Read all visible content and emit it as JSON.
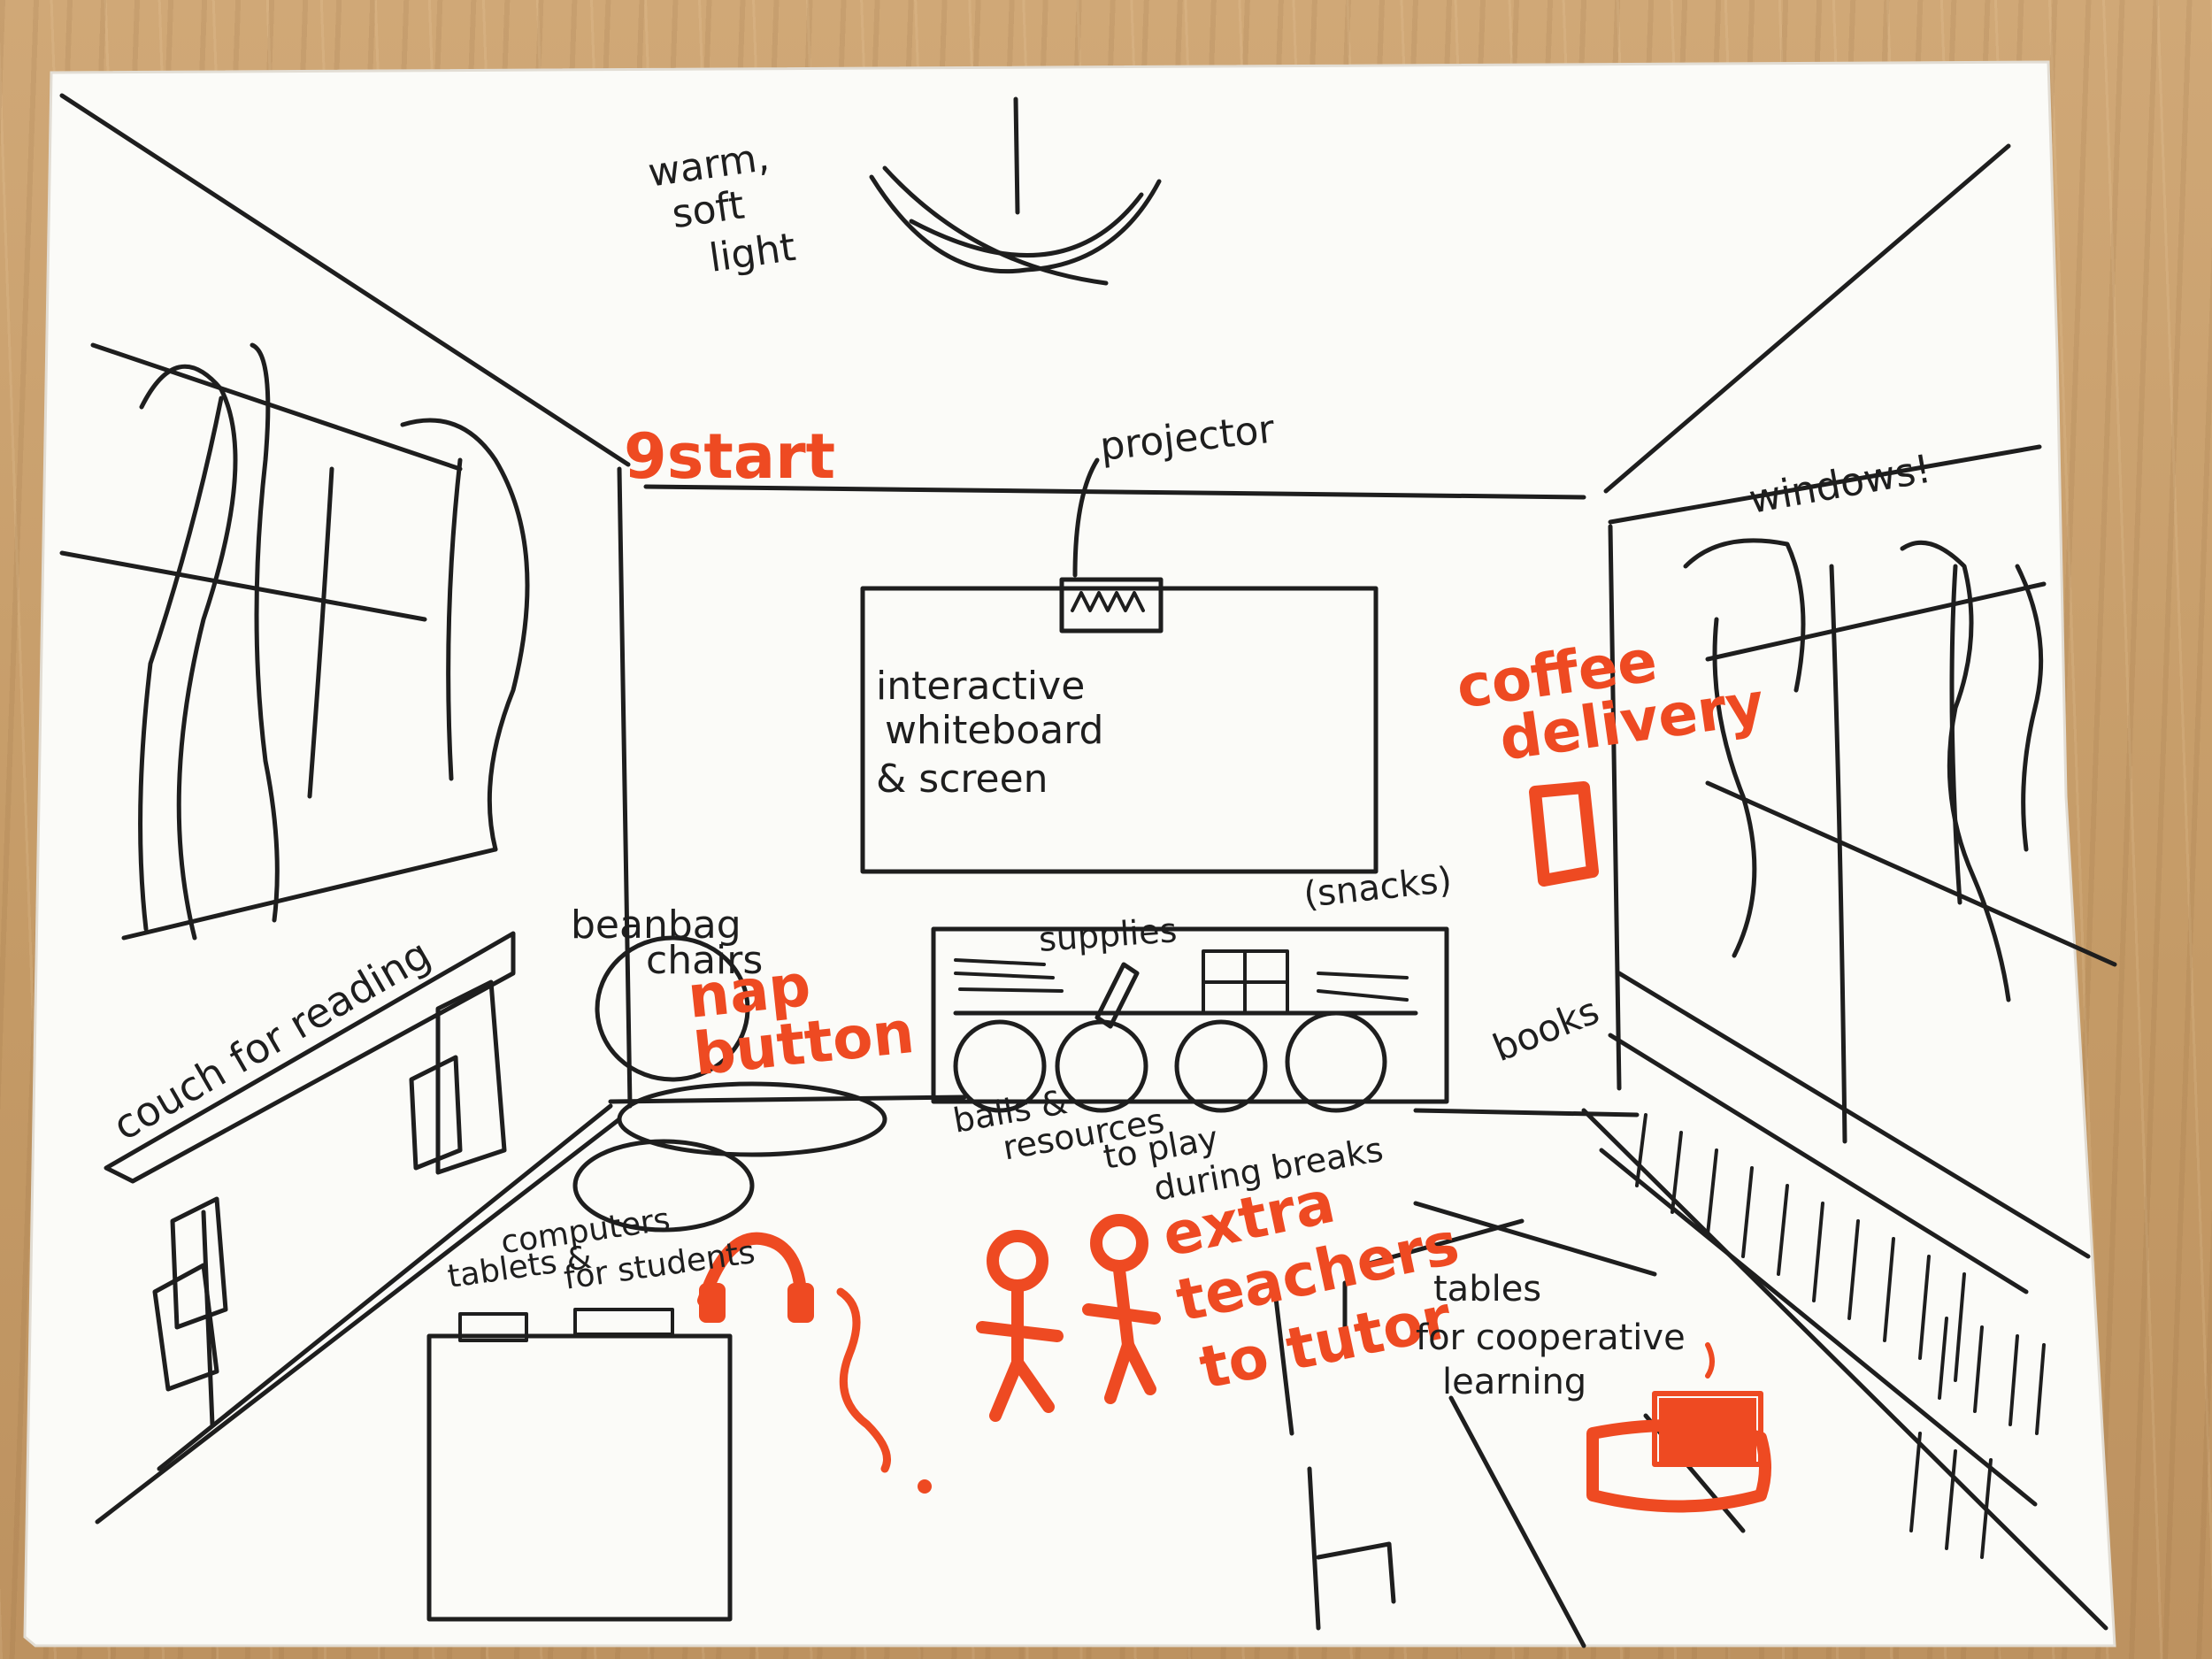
{
  "colors": {
    "desk": "#c9a271",
    "paper": "#fbfbf8",
    "ink": "#1e1e1e",
    "marker": "#ee4a22"
  },
  "labels": {
    "warm_soft_light": [
      "warm,",
      "soft",
      "light"
    ],
    "projector": "projector",
    "start_9": "9start",
    "windows": "windows!",
    "whiteboard": [
      "interactive",
      "whiteboard",
      "& screen"
    ],
    "coffee_delivery": [
      "coffee",
      "delivery"
    ],
    "snacks": "(snacks)",
    "supplies": "supplies",
    "beanbag_chairs": [
      "beanbag",
      "chairs"
    ],
    "nap_button": [
      "nap",
      "button"
    ],
    "couch_for_reading": "couch for reading",
    "books": "books",
    "balls_resources": [
      "balls &",
      "resources",
      "to play",
      "during breaks"
    ],
    "tablets_computers": [
      "tablets &",
      "computers",
      "for students"
    ],
    "extra_teachers": [
      "extra",
      "teachers",
      "to tutor"
    ],
    "tables_cooperative": [
      "tables",
      "for cooperative",
      "learning"
    ]
  }
}
